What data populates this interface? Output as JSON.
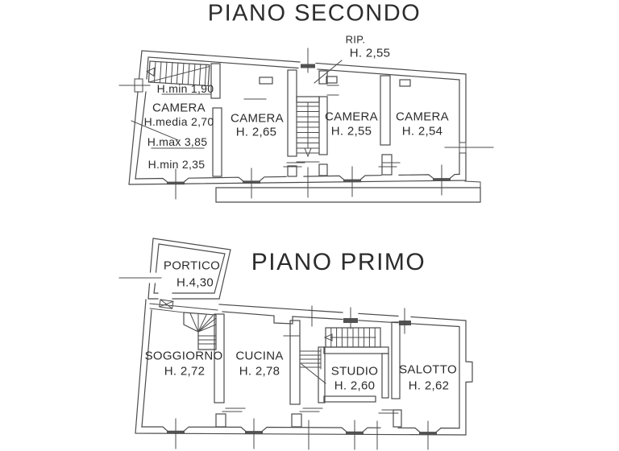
{
  "colors": {
    "background": "#ffffff",
    "line": "#4b4b4b",
    "text": "#2c2c2c",
    "sill": "#525252"
  },
  "piano_secondo": {
    "title": "PIANO SECONDO",
    "rip": {
      "label": "RIP.",
      "height": "H. 2,55"
    },
    "camera_1": {
      "name": "CAMERA",
      "hmin_top": "H.min 1,90",
      "hmedia": "H.media 2,70",
      "hmax": "H.max 3,85",
      "hmin": "H.min 2,35"
    },
    "camera_2": {
      "name": "CAMERA",
      "height": "H. 2,65"
    },
    "camera_3": {
      "name": "CAMERA",
      "height": "H. 2,55"
    },
    "camera_4": {
      "name": "CAMERA",
      "height": "H. 2,54"
    }
  },
  "piano_primo": {
    "title": "PIANO PRIMO",
    "portico": {
      "name": "PORTICO",
      "height": "H.4,30"
    },
    "soggiorno": {
      "name": "SOGGIORNO",
      "height": "H. 2,72"
    },
    "cucina": {
      "name": "CUCINA",
      "height": "H. 2,78"
    },
    "studio": {
      "name": "STUDIO",
      "height": "H. 2,60"
    },
    "salotto": {
      "name": "SALOTTO",
      "height": "H. 2,62"
    }
  }
}
